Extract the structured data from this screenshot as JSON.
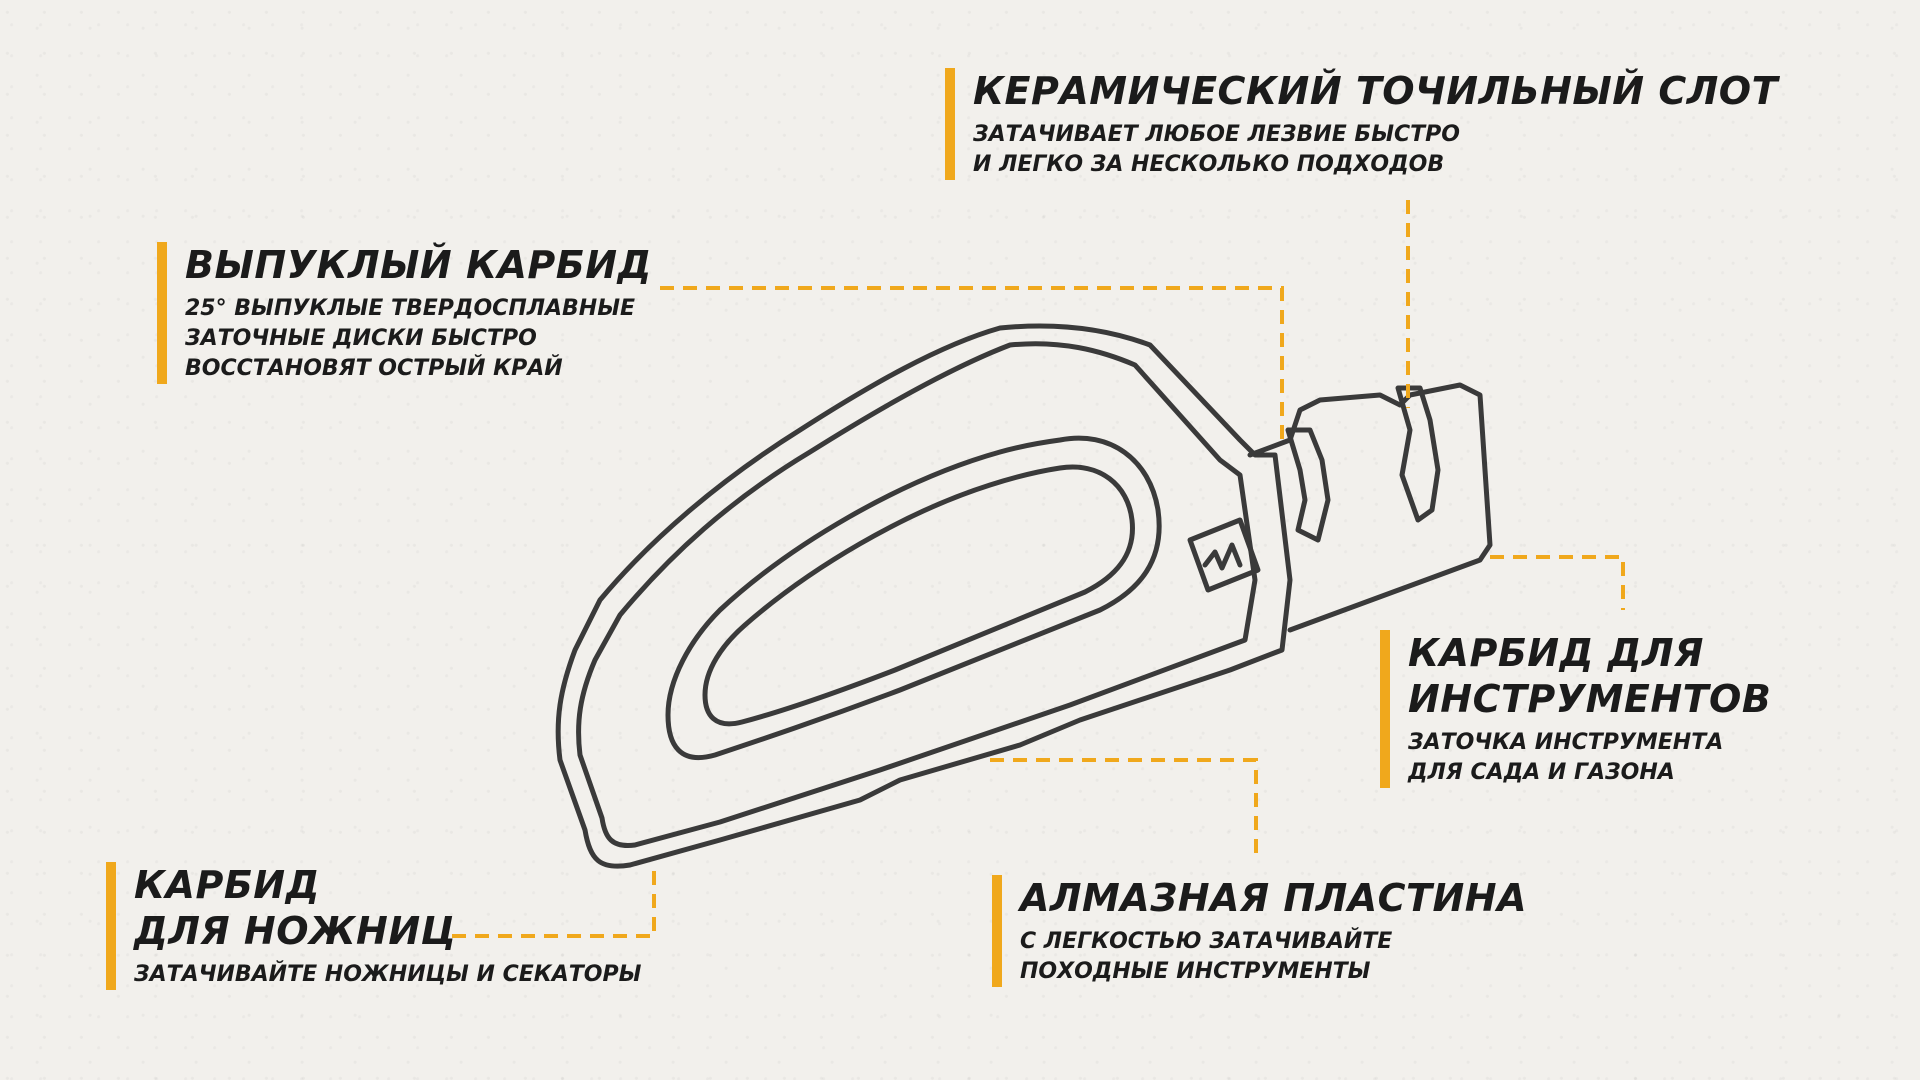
{
  "callouts": {
    "ceramic": {
      "title": "КЕРАМИЧЕСКИЙ ТОЧИЛЬНЫЙ СЛОТ",
      "desc": "ЗАТАЧИВАЕТ ЛЮБОЕ ЛЕЗВИЕ БЫСТРО\nИ ЛЕГКО ЗА НЕСКОЛЬКО ПОДХОДОВ"
    },
    "convex": {
      "title": "ВЫПУКЛЫЙ КАРБИД",
      "desc": "25° ВЫПУКЛЫЕ ТВЕРДОСПЛАВНЫЕ\nЗАТОЧНЫЕ ДИСКИ БЫСТРО\nВОССТАНОВЯТ ОСТРЫЙ КРАЙ"
    },
    "tools": {
      "title": "КАРБИД ДЛЯ\nИНСТРУМЕНТОВ",
      "desc": "ЗАТОЧКА ИНСТРУМЕНТА\nДЛЯ САДА И ГАЗОНА"
    },
    "scissors": {
      "title": "КАРБИД\nДЛЯ НОЖНИЦ",
      "desc": "ЗАТАЧИВАЙТЕ НОЖНИЦЫ И СЕКАТОРЫ"
    },
    "diamond": {
      "title": "АЛМАЗНАЯ ПЛАСТИНА",
      "desc": "С ЛЕГКОСТЬЮ ЗАТАЧИВАЙТЕ\nПОХОДНЫЕ ИНСТРУМЕНТЫ"
    }
  },
  "colors": {
    "accent": "#f0a81c",
    "outline": "#3a3a3a",
    "text": "#1b1b1b"
  }
}
